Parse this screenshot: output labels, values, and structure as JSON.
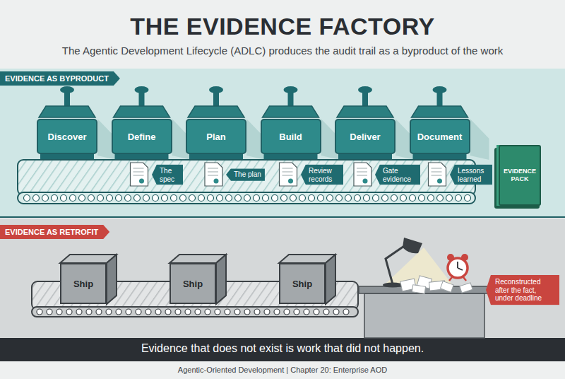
{
  "diagram": {
    "title": "THE EVIDENCE FACTORY",
    "caption": "Evidence that does not exist is work that did not happen.",
    "nodes": [
      {
        "text": [
          "Discover"
        ]
      },
      {
        "text": [
          "Define"
        ]
      },
      {
        "text": [
          "Plan"
        ]
      },
      {
        "text": [
          "Build"
        ]
      },
      {
        "text": [
          "Deliver"
        ]
      },
      {
        "text": [
          "Document"
        ]
      },
      {
        "text": [
          "The spec"
        ]
      },
      {
        "text": [
          "The plan"
        ]
      },
      {
        "text": [
          "Review records"
        ]
      },
      {
        "text": [
          "Gate evidence"
        ]
      },
      {
        "text": [
          "Lessons learned"
        ]
      },
      {
        "text": [
          "EVIDENCE PACK"
        ]
      },
      {
        "text": [
          "Ship"
        ]
      },
      {
        "text": [
          "Ship"
        ]
      },
      {
        "text": [
          "Ship"
        ]
      },
      {
        "text": [
          "Reconstructed after the fact, under deadline"
        ]
      }
    ],
    "labels": [
      "The Agentic Development Lifecycle (ADLC) produces the audit trail as a byproduct of the work",
      "EVIDENCE AS BYPRODUCT",
      "EVIDENCE AS RETROFIT",
      "Agentic-Oriented Development | Chapter 20: Enterprise AOD"
    ]
  }
}
